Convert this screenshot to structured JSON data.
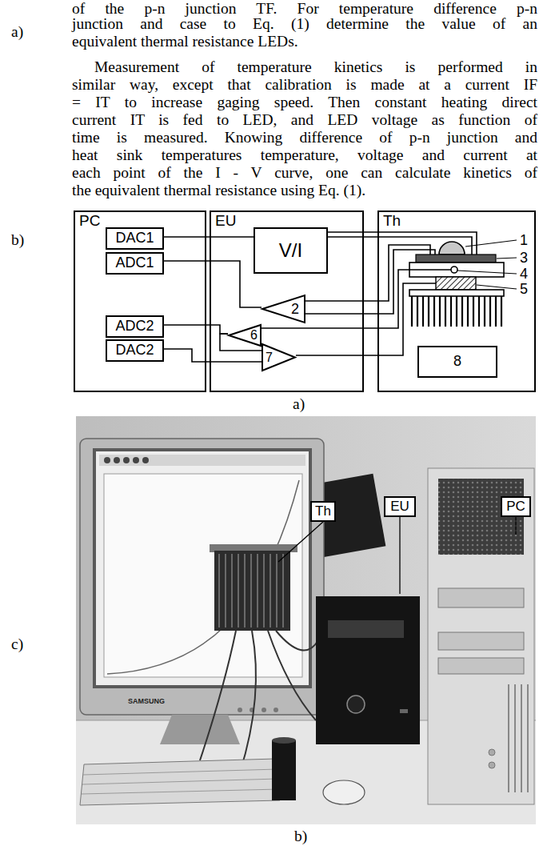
{
  "diagram": {
    "nodes": [
      {
        "text": [
          "PC"
        ]
      },
      {
        "text": [
          "DAC1"
        ],
        "in": 0
      },
      {
        "text": [
          "ADC1"
        ],
        "in": 0
      },
      {
        "text": [
          "ADC2"
        ],
        "in": 0
      },
      {
        "text": [
          "DAC2"
        ],
        "in": 0
      },
      {
        "text": [
          "EU"
        ]
      },
      {
        "text": [
          "V/I"
        ],
        "in": 5
      },
      {
        "text": [
          "2"
        ],
        "in": 5
      },
      {
        "text": [
          "6"
        ],
        "in": 5
      },
      {
        "text": [
          "7"
        ],
        "in": 5
      },
      {
        "text": [
          "Th"
        ]
      },
      {
        "text": [
          "8"
        ],
        "in": 10
      },
      {
        "text": [
          "Th"
        ]
      },
      {
        "text": [
          "EU"
        ]
      },
      {
        "text": [
          "PC"
        ]
      }
    ],
    "edges": [
      {
        "from": 1,
        "to": 6,
        "arrow": "none"
      },
      {
        "from": 7,
        "to": 2,
        "arrow": "none"
      },
      {
        "from": 8,
        "to": 3,
        "arrow": "none"
      },
      {
        "from": 4,
        "to": 9,
        "arrow": "none"
      },
      {
        "from": 8,
        "to": 9,
        "arrow": "none"
      },
      {
        "from": 6,
        "to": 10,
        "arrow": "none"
      },
      {
        "from": 6,
        "to": 10,
        "arrow": "none"
      },
      {
        "from": 7,
        "to": 10,
        "arrow": "none"
      },
      {
        "from": 7,
        "to": 10,
        "arrow": "none"
      },
      {
        "from": 8,
        "to": 10,
        "arrow": "none"
      },
      {
        "from": 9,
        "to": 10,
        "arrow": "none"
      }
    ],
    "labels": [
      "of the p-n junction TF. For temperature difference p-n",
      "junction and case to Eq. (1) determine the value of an",
      "equivalent thermal resistance LEDs.",
      "Measurement of temperature kinetics is performed in",
      "similar way, except that calibration is made at a current IF",
      "= IT to increase gaging speed. Then constant heating direct",
      "current IT is fed to LED, and LED voltage as function of",
      "time is measured. Knowing difference of p-n junction and",
      "heat sink temperatures temperature, voltage and current at",
      "each point of the I - V curve, one can calculate kinetics of",
      "the equivalent thermal resistance using Eq. (1).",
      "a)",
      "b)",
      "c)",
      "1",
      "3",
      "4",
      "5",
      "a)",
      "SAMSUNG",
      "b)"
    ]
  }
}
